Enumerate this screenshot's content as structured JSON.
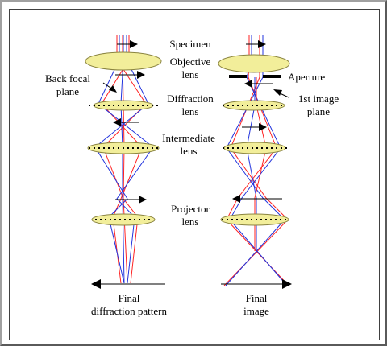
{
  "labels": {
    "specimen": "Specimen",
    "objective_l1": "Objective",
    "objective_l2": "lens",
    "back_focal_l1": "Back focal",
    "back_focal_l2": "plane",
    "diffraction_l1": "Diffraction",
    "diffraction_l2": "lens",
    "intermediate_l1": "Intermediate",
    "intermediate_l2": "lens",
    "projector_l1": "Projector",
    "projector_l2": "lens",
    "aperture": "Aperture",
    "first_image_l1": "1st image",
    "first_image_l2": "plane",
    "final_diff_l1": "Final",
    "final_diff_l2": "diffraction pattern",
    "final_image_l1": "Final",
    "final_image_l2": "image"
  },
  "colors": {
    "lens_fill": "#f2ee9a",
    "lens_stroke": "#8a8440",
    "ray_red": "#ff2222",
    "ray_blue": "#2233dd",
    "arrow": "#000000"
  }
}
